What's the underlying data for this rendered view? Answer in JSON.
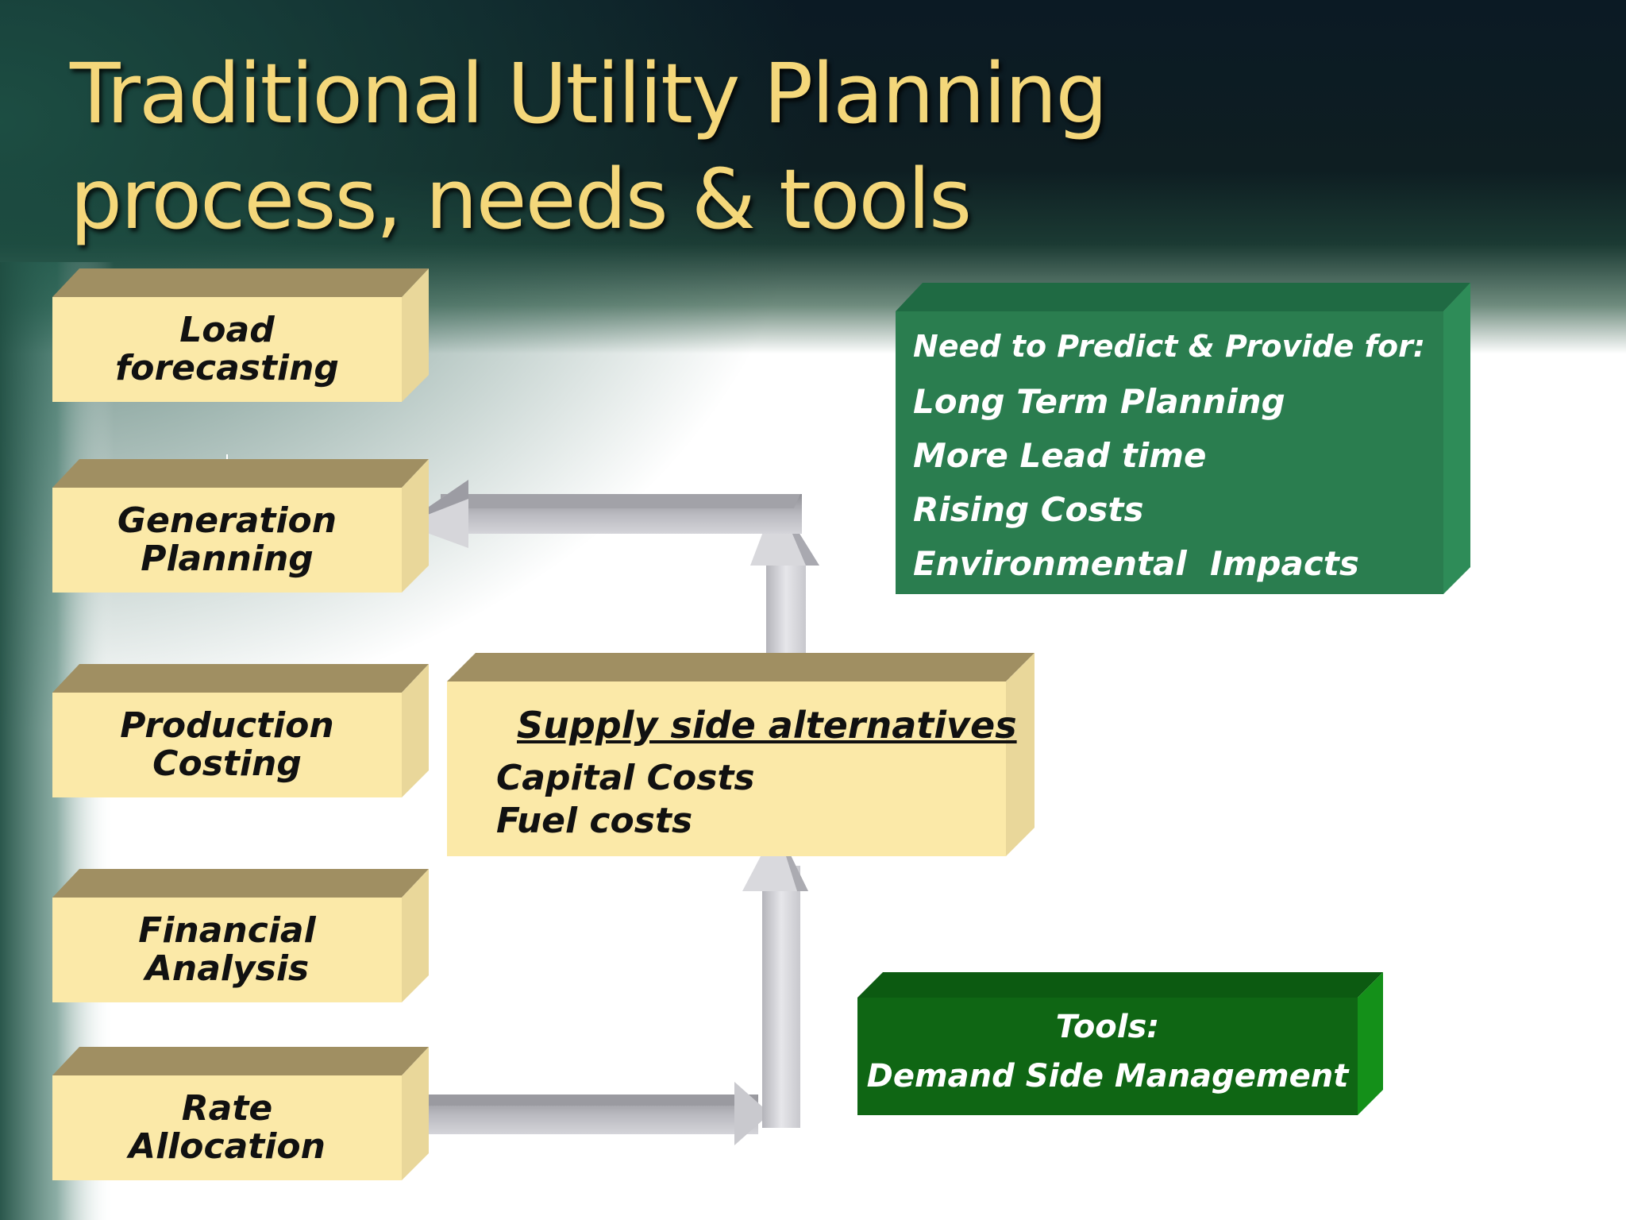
{
  "title": {
    "line1": "Traditional Utility Planning",
    "line2": "process, needs & tools"
  },
  "process_steps": [
    {
      "line1": "Load",
      "line2": "forecasting"
    },
    {
      "line1": "Generation",
      "line2": "Planning"
    },
    {
      "line1": "Production",
      "line2": "Costing"
    },
    {
      "line1": "Financial",
      "line2": "Analysis"
    },
    {
      "line1": "Rate",
      "line2": "Allocation"
    }
  ],
  "supply": {
    "heading": "Supply side alternatives",
    "line1": "Capital Costs",
    "line2": "Fuel costs"
  },
  "needs": {
    "heading": "Need to Predict & Provide for:",
    "items": [
      "Long Term Planning",
      "More Lead time",
      "Rising Costs",
      "Environmental  Impacts"
    ]
  },
  "tools": {
    "line1": "Tools:",
    "line2": "Demand Side Management"
  },
  "colors": {
    "block_face": "#fbe9a8",
    "block_top": "#a08f62",
    "need_box": "#2a7d4f",
    "tools_box": "#0f6614",
    "title_text": "#f4d77a"
  }
}
